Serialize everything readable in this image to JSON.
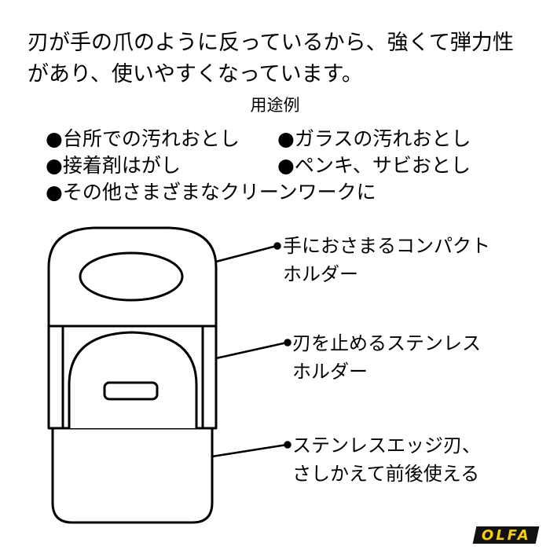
{
  "intro": {
    "line1": "刃が手の爪のように反っているから、強くて弾力性",
    "line2": "があり、使いやすくなっています。"
  },
  "uses": {
    "heading": "用途例",
    "items": [
      "●台所での汚れおとし",
      "●ガラスの汚れおとし",
      "●接着剤はがし",
      "●ペンキ、サビおとし",
      "●その他さまざまなクリーンワークに"
    ]
  },
  "callouts": [
    {
      "line1": "手におさまるコンパクト",
      "line2": "ホルダー"
    },
    {
      "line1": "刃を止めるステンレス",
      "line2": "ホルダー"
    },
    {
      "line1": "ステンレスエッジ刃、",
      "line2": "さしかえて前後使える"
    }
  ],
  "brand": {
    "logo_text": "OLFA",
    "logo_color": "#f5d000"
  }
}
